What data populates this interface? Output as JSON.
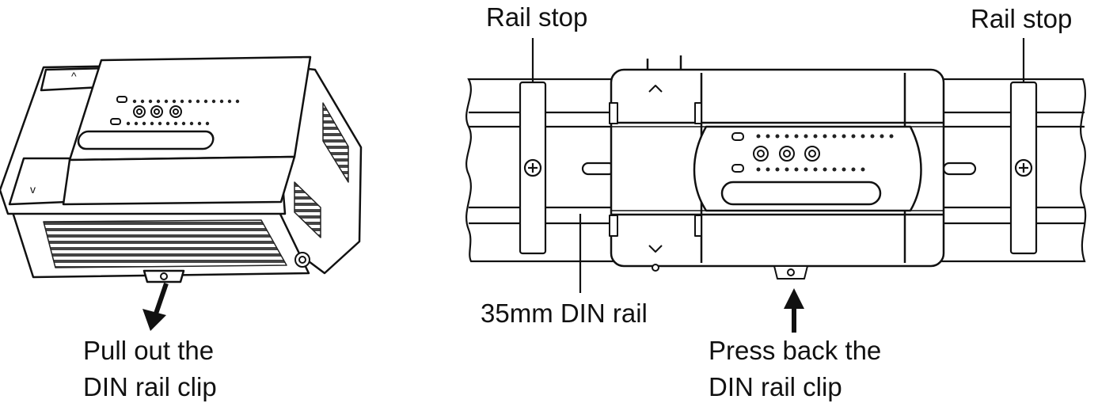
{
  "labels": {
    "rail_stop_left": "Rail stop",
    "rail_stop_right": "Rail stop",
    "din_rail": "35mm DIN rail",
    "pull_out_line1": "Pull out the",
    "pull_out_line2": "DIN rail clip",
    "press_back_line1": "Press back the",
    "press_back_line2": "DIN rail clip"
  },
  "colors": {
    "line": "#111111",
    "background": "#ffffff",
    "vent": "#555555"
  }
}
